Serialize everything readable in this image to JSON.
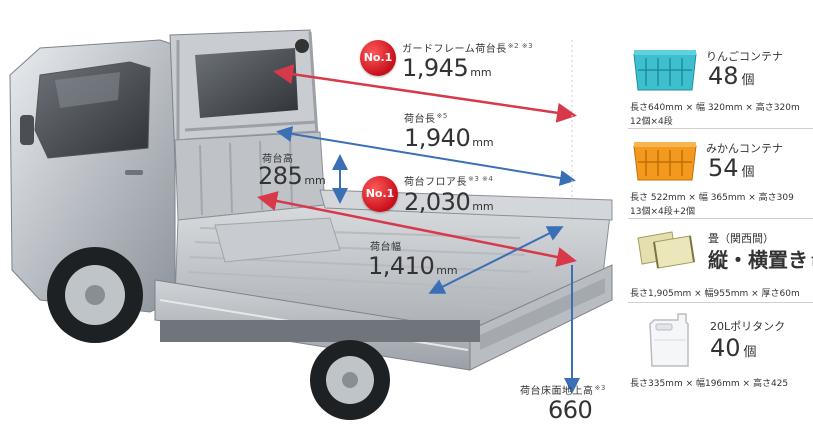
{
  "annotations": {
    "guard_frame_length": {
      "badge": "No.1",
      "label": "ガードフレーム荷台長",
      "note": "※2 ※3",
      "value": "1,945",
      "unit": "mm"
    },
    "bed_length": {
      "label": "荷台長",
      "note": "※5",
      "value": "1,940",
      "unit": "mm"
    },
    "bed_height": {
      "label": "荷台高",
      "value": "285",
      "unit": "mm"
    },
    "floor_length": {
      "badge": "No.1",
      "label": "荷台フロア長",
      "note": "※3 ※4",
      "value": "2,030",
      "unit": "mm"
    },
    "bed_width": {
      "label": "荷台幅",
      "value": "1,410",
      "unit": "mm"
    },
    "ground_height": {
      "label": "荷台床面地上高",
      "note": "※3",
      "value": "660"
    }
  },
  "items": [
    {
      "name": "りんごコンテナ",
      "count": "48",
      "count_unit": "個",
      "dims": "長さ640mm × 幅 320mm × 高さ320m",
      "sub": "12個×4段"
    },
    {
      "name": "みかんコンテナ",
      "count": "54",
      "count_unit": "個",
      "dims": "長さ 522mm × 幅 365mm × 高さ309",
      "sub": "13個×4段+2個"
    },
    {
      "name": "畳（関西間）",
      "count": "縦・横置き",
      "count_unit": "可",
      "dims": "長さ1,905mm × 幅955mm × 厚さ60m",
      "sub": ""
    },
    {
      "name": "20Lポリタンク",
      "count": "40",
      "count_unit": "個",
      "dims": "長さ335mm × 幅196mm × 高さ425",
      "sub": ""
    }
  ],
  "colors": {
    "red_arrow": "#d8394a",
    "blue_arrow": "#3b6fb5",
    "badge": "#c8101b",
    "blue_container": "#3dbfcf",
    "orange_container": "#f39a1e",
    "tatami": "#e4dfae"
  }
}
